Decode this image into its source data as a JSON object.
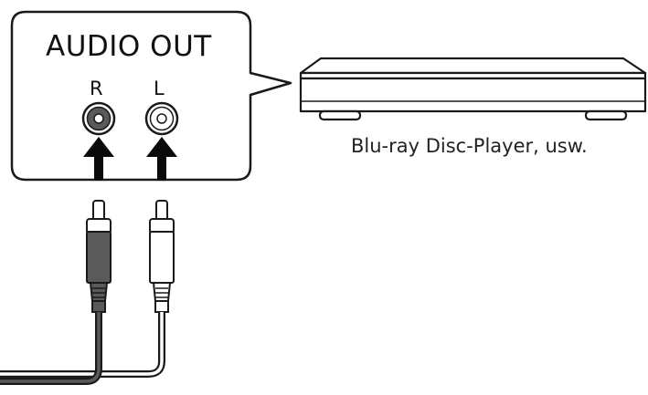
{
  "audio_out": {
    "title": "AUDIO OUT",
    "right_channel_label": "R",
    "left_channel_label": "L"
  },
  "device": {
    "caption": "Blu-ray Disc-Player, usw."
  },
  "colors": {
    "outline": "#1a1a1a",
    "right_plug": "#5a5a5a",
    "left_plug": "#ffffff",
    "arrow": "#0a0a0a",
    "player_body": "#ffffff"
  },
  "icons": {
    "right_jack": "rca-jack-icon",
    "left_jack": "rca-jack-icon",
    "arrows": "arrow-up-icon",
    "player": "disc-player-icon"
  }
}
